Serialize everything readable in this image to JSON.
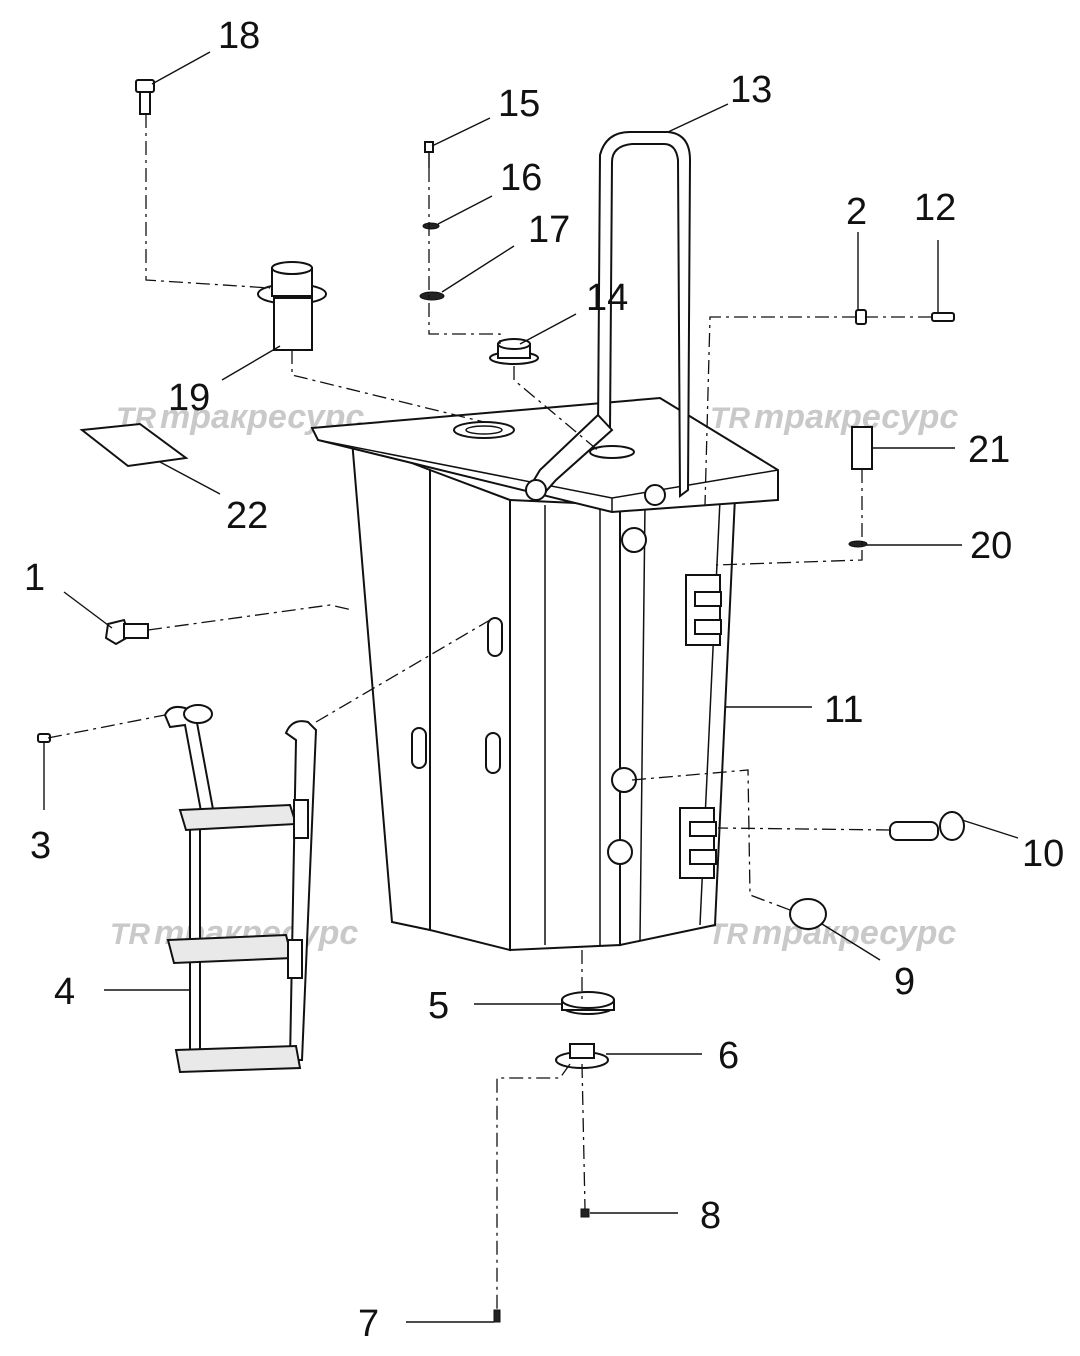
{
  "watermark": {
    "logo": "TR",
    "text": "тракресурс"
  },
  "callouts": [
    {
      "id": "c1",
      "label": "1"
    },
    {
      "id": "c2",
      "label": "2"
    },
    {
      "id": "c3",
      "label": "3"
    },
    {
      "id": "c4",
      "label": "4"
    },
    {
      "id": "c5",
      "label": "5"
    },
    {
      "id": "c6",
      "label": "6"
    },
    {
      "id": "c7",
      "label": "7"
    },
    {
      "id": "c8",
      "label": "8"
    },
    {
      "id": "c9",
      "label": "9"
    },
    {
      "id": "c10",
      "label": "10"
    },
    {
      "id": "c11",
      "label": "11"
    },
    {
      "id": "c12",
      "label": "12"
    },
    {
      "id": "c13",
      "label": "13"
    },
    {
      "id": "c14",
      "label": "14"
    },
    {
      "id": "c15",
      "label": "15"
    },
    {
      "id": "c16",
      "label": "16"
    },
    {
      "id": "c17",
      "label": "17"
    },
    {
      "id": "c18",
      "label": "18"
    },
    {
      "id": "c19",
      "label": "19"
    },
    {
      "id": "c20",
      "label": "20"
    },
    {
      "id": "c21",
      "label": "21"
    },
    {
      "id": "c22",
      "label": "22"
    }
  ],
  "colors": {
    "line": "#111111",
    "watermark": "#c9c9c9",
    "background": "#ffffff"
  }
}
